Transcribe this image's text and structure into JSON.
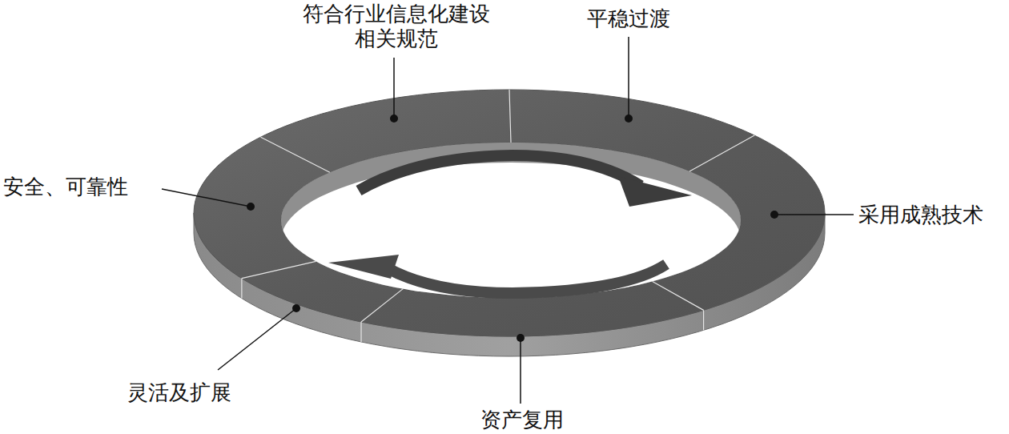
{
  "diagram": {
    "labels": [
      "符合行业信息化建设 相关规范",
      "平稳过渡",
      "安全、可靠性",
      "采用成熟技术",
      "灵活及扩展",
      "资产复用"
    ]
  }
}
